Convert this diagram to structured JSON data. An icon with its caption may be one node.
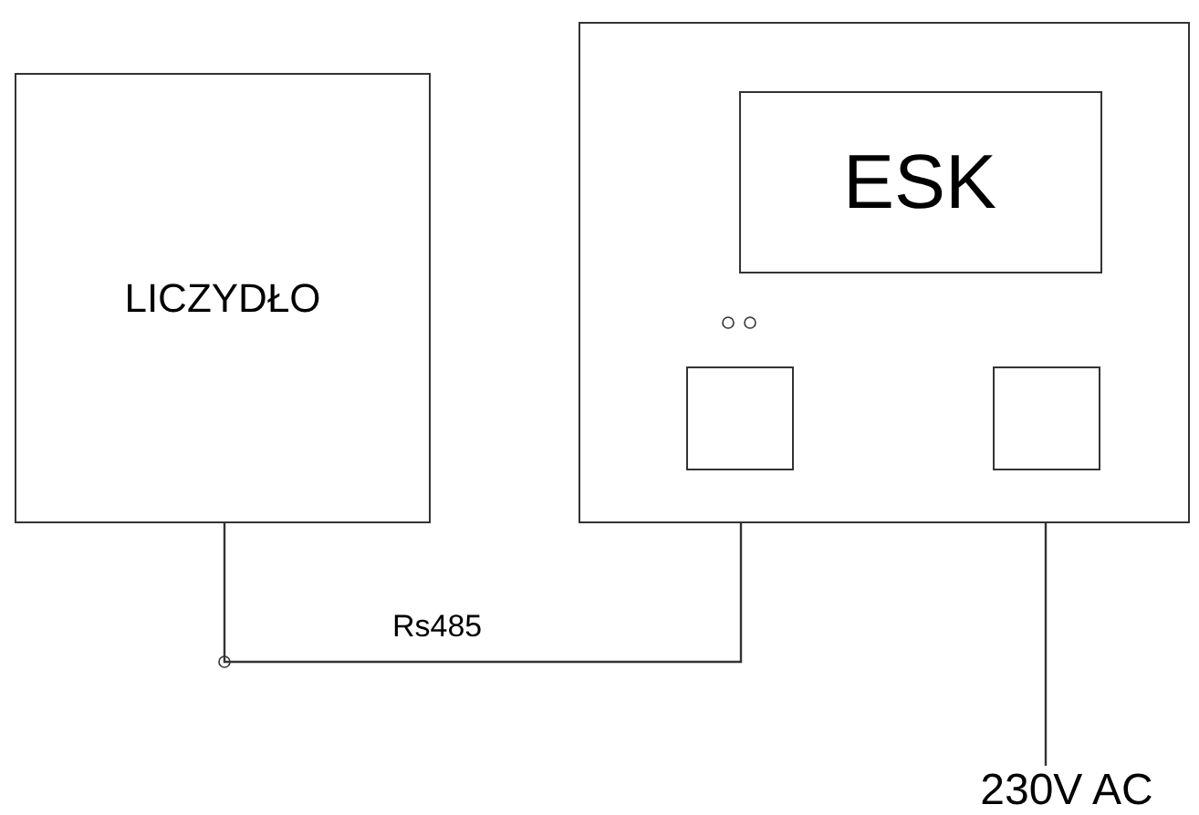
{
  "diagram": {
    "nodes": [
      {
        "text": [
          "LICZYDŁO"
        ]
      },
      {
        "text": [],
        "shape": "box"
      },
      {
        "text": [
          "ESK"
        ],
        "in": 1
      },
      {
        "text": [],
        "shape": "box",
        "in": 1
      },
      {
        "text": [],
        "shape": "box",
        "in": 1
      },
      {
        "text": [
          "230V AC"
        ]
      }
    ],
    "edges": [
      {
        "from": 0,
        "to": 3,
        "arrow": "none",
        "label": "Rs485"
      },
      {
        "from": 4,
        "to": 5,
        "arrow": "none"
      }
    ]
  }
}
